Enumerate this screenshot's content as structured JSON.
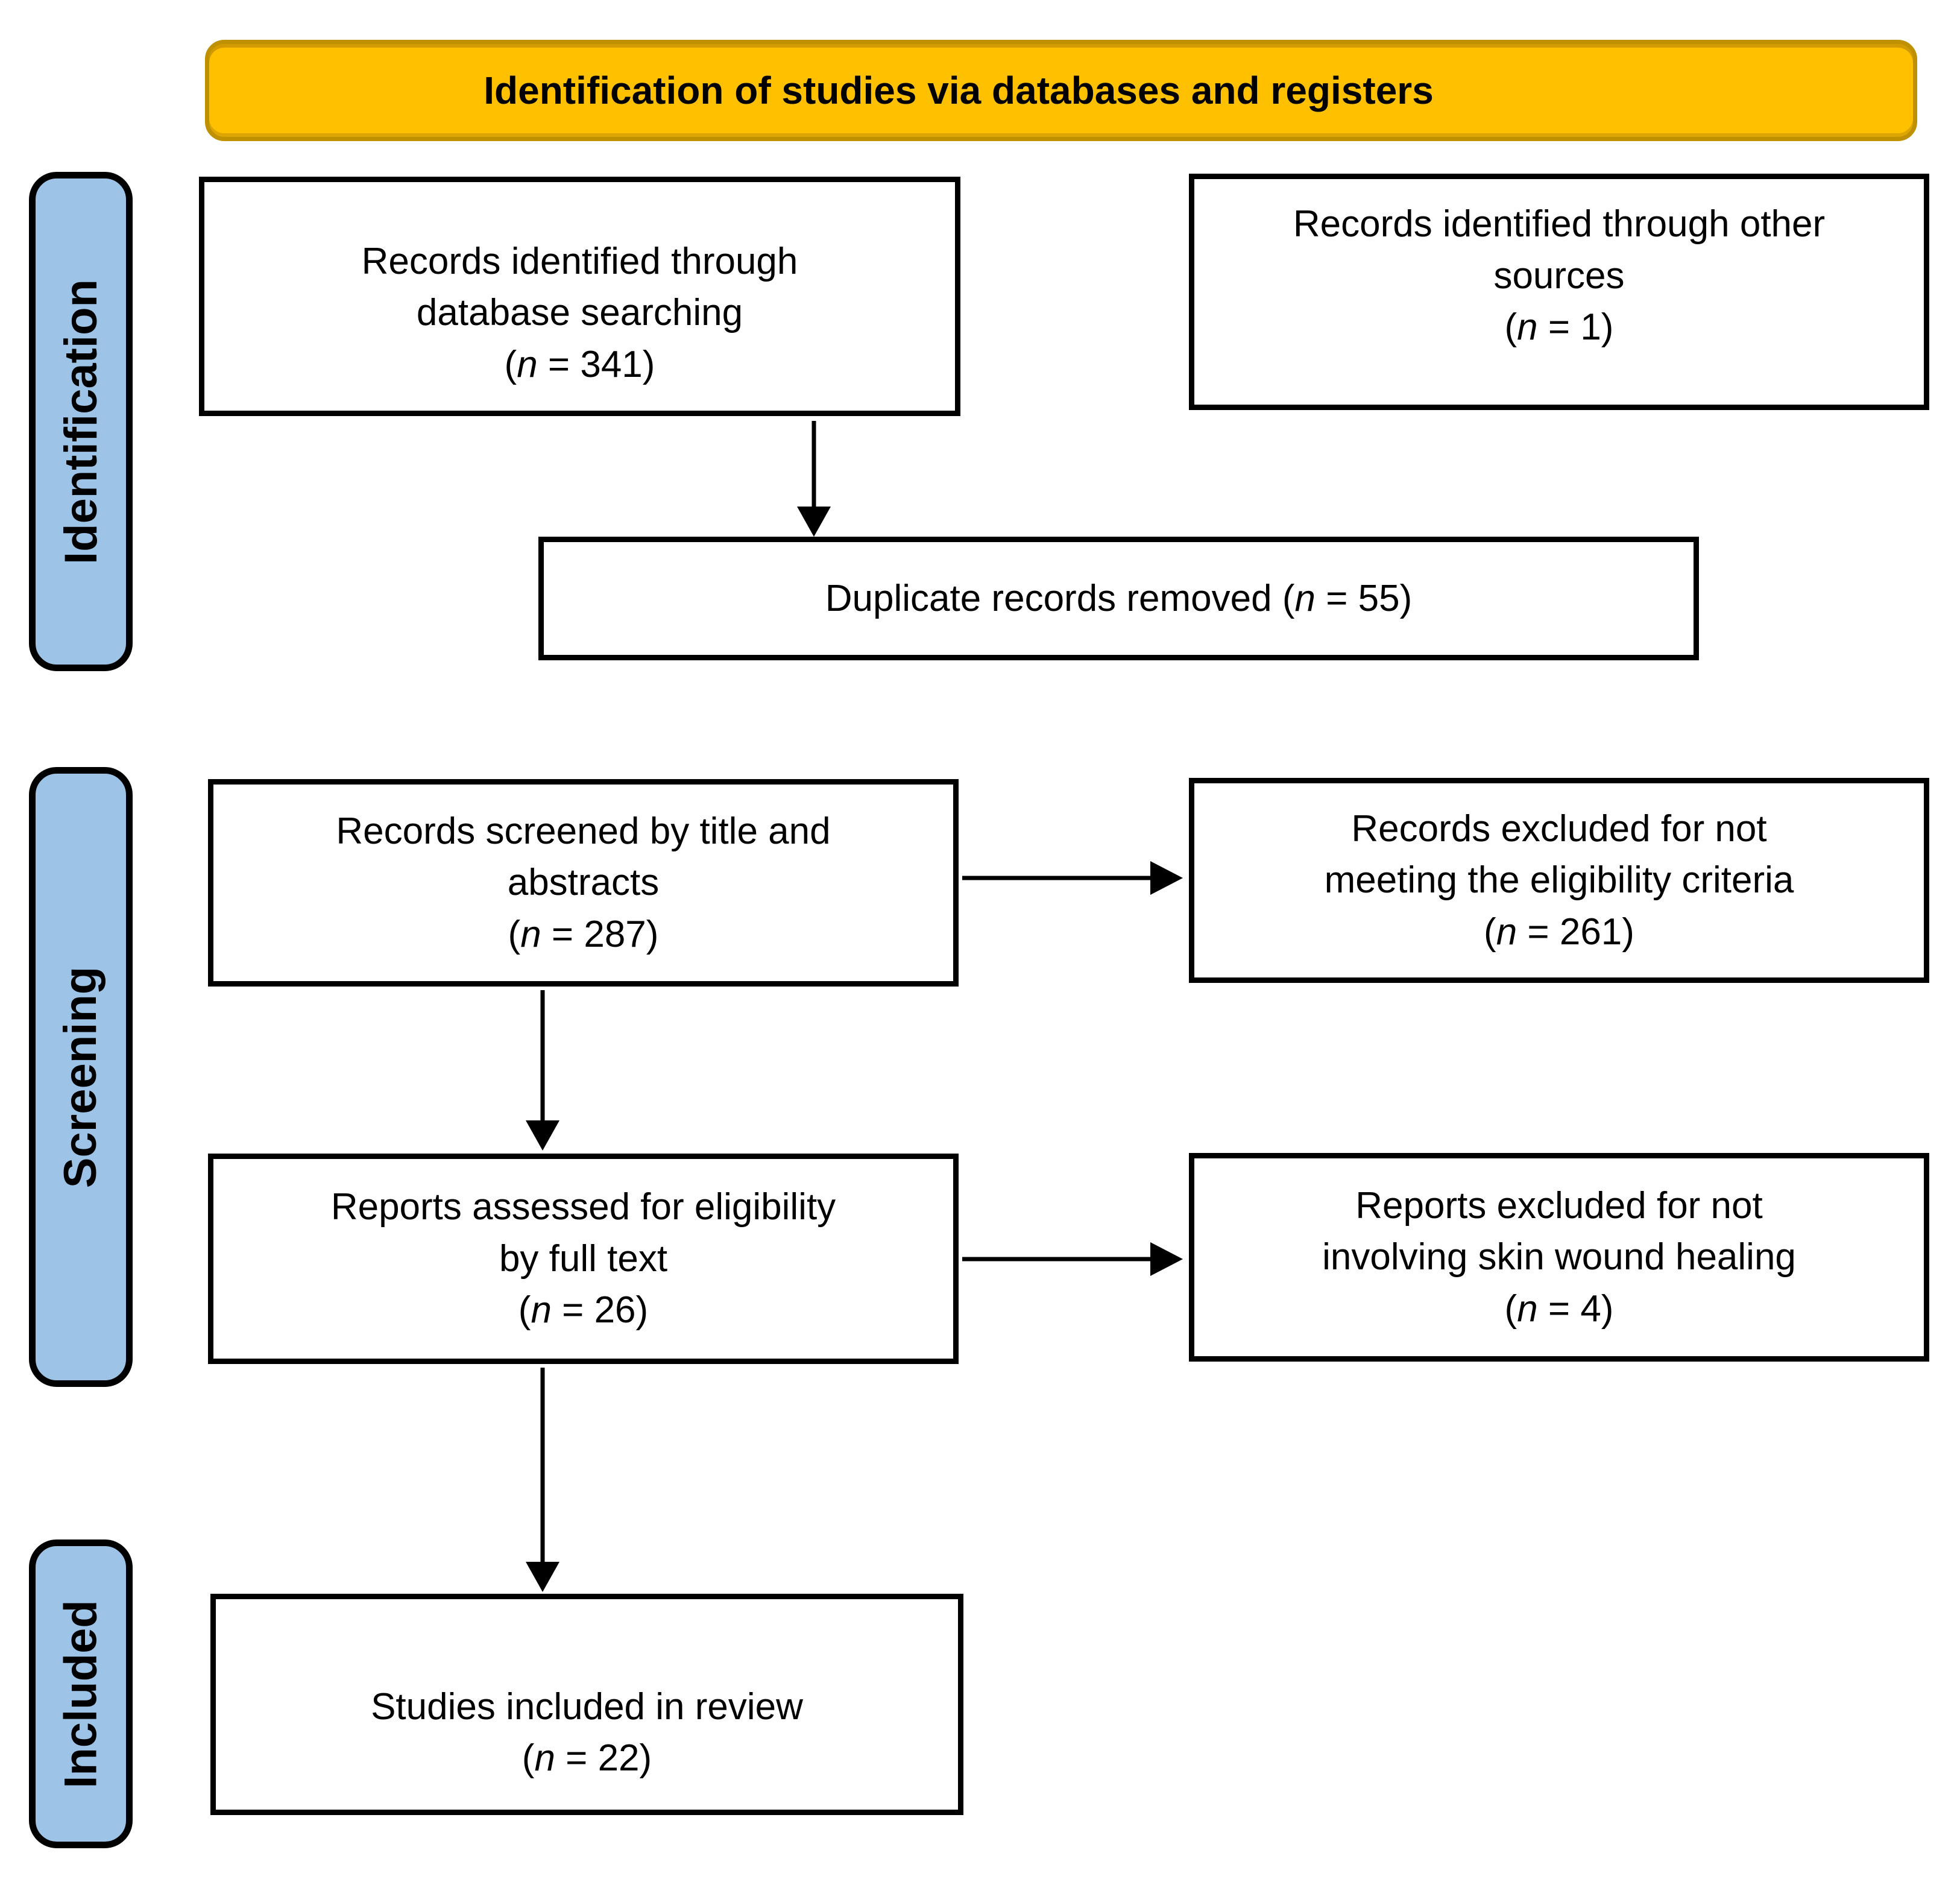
{
  "banner": {
    "title": "Identification of studies via databases and registers"
  },
  "colors": {
    "banner_bg": "#FFC000",
    "banner_border": "#BF9000",
    "stage_bg": "#9DC3E6",
    "box_border": "#000000"
  },
  "stages": {
    "identification": "Identification",
    "screening": "Screening",
    "included": "Included"
  },
  "boxes": {
    "db_search": {
      "lines": [
        "Records identified through",
        "database searching",
        "(n = 341)"
      ]
    },
    "other_sources": {
      "lines": [
        "Records identified through other",
        "sources",
        "(n = 1)"
      ]
    },
    "duplicates_removed": {
      "lines": [
        "Duplicate records removed (n = 55)"
      ]
    },
    "records_screened": {
      "lines": [
        "Records screened by title and",
        "abstracts",
        "(n = 287)"
      ]
    },
    "records_excluded": {
      "lines": [
        "Records excluded for not",
        "meeting the eligibility criteria",
        "(n = 261)"
      ]
    },
    "reports_assessed": {
      "lines": [
        "Reports assessed for eligibility",
        "by full text",
        "(n = 26)"
      ]
    },
    "reports_excluded": {
      "lines": [
        "Reports excluded for not",
        "involving skin wound healing",
        "(n = 4)"
      ]
    },
    "studies_included": {
      "lines": [
        "Studies included in review",
        "(n = 22)"
      ]
    }
  }
}
